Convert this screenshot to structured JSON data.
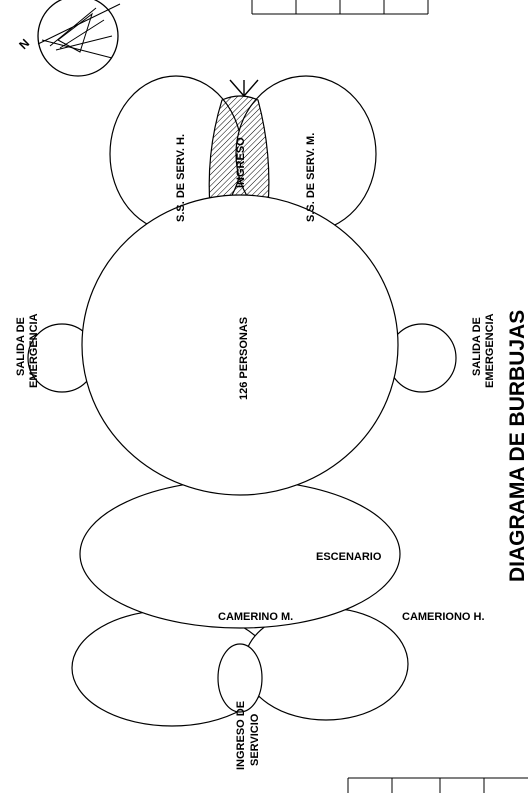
{
  "diagram": {
    "labels": {
      "sshh": "S.S. DE SERV. H.",
      "ingreso": "INGRESO",
      "sshm": "S.S. DE SERV. M.",
      "personas": "126 PERSONAS",
      "salida_left_1": "SALIDA DE",
      "salida_left_2": "EMERGENCIA",
      "salida_right_1": "SALIDA DE",
      "salida_right_2": "EMERGENCIA",
      "escenario": "ESCENARIO",
      "camerino_m": "CAMERINO M.",
      "camerino_h": "CAMERIONO H.",
      "ingreso_servicio_1": "INGRESO DE",
      "ingreso_servicio_2": "SERVICIO",
      "title": "DIAGRAMA DE BURBUJAS"
    },
    "colors": {
      "stroke": "#000000",
      "fill": "#ffffff",
      "hatch": "#000000"
    }
  }
}
